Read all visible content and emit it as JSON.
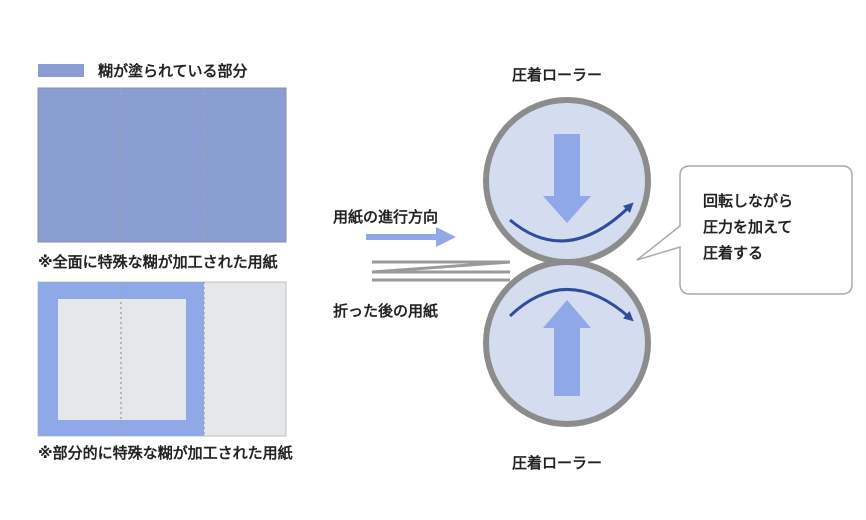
{
  "legend": {
    "label": "糊が塗られている部分",
    "swatch_color": "#8b9ed4"
  },
  "paper_full": {
    "caption": "※全面に特殊な糊が加工された用紙",
    "glue_color": "#8b9ed4"
  },
  "paper_partial": {
    "caption": "※部分的に特殊な糊が加工された用紙",
    "glue_color": "#8fa8e8",
    "paper_color": "#e6e7e8"
  },
  "direction": {
    "label": "用紙の進行方向",
    "arrow_color": "#8fa8e8"
  },
  "folded": {
    "label": "折った後の用紙"
  },
  "roller_top": {
    "label": "圧着ローラー"
  },
  "roller_bottom": {
    "label": "圧着ローラー"
  },
  "roller_colors": {
    "fill": "#d4dcf0",
    "border": "#8c8c8c",
    "arrow": "#8fa8e8",
    "rotation": "#2f4d9a"
  },
  "callout": {
    "lines": [
      "回転しながら",
      "圧力を加えて",
      "圧着する"
    ]
  },
  "icons": [
    "down-arrow-icon",
    "up-arrow-icon",
    "rotation-arrow-icon",
    "right-arrow-icon"
  ]
}
